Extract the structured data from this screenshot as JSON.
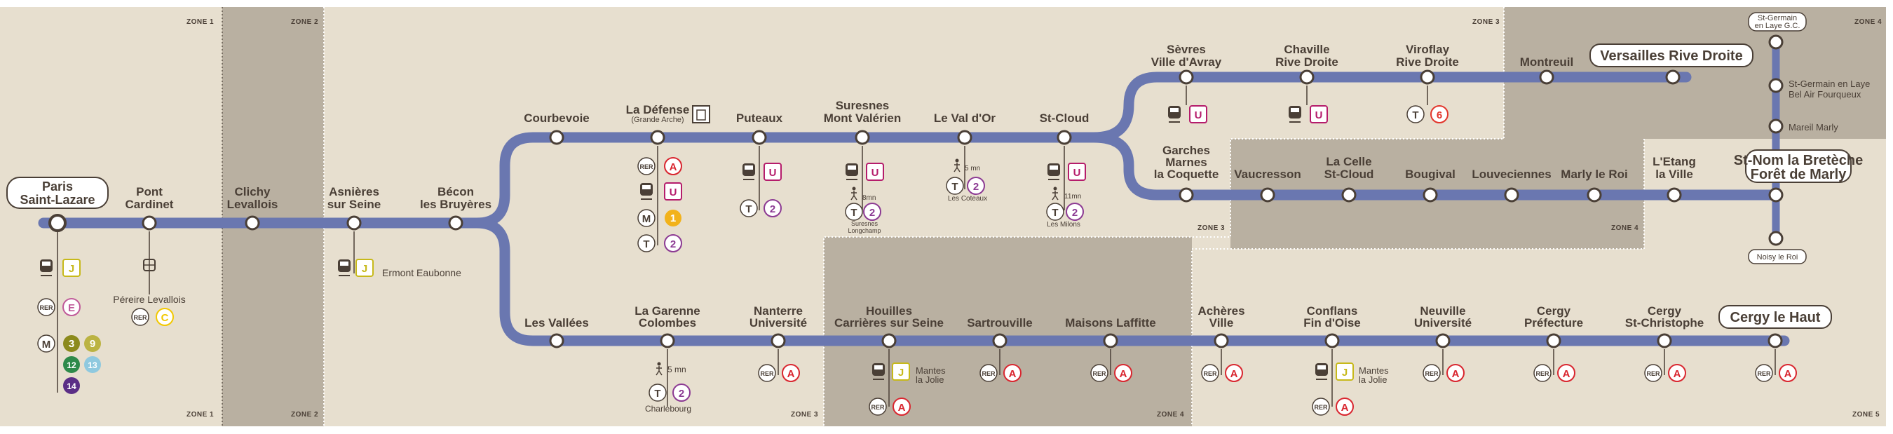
{
  "colors": {
    "line": "#6a77b0",
    "zone_light": "#e7dfcf",
    "zone_dark": "#b9b0a1",
    "text": "#4a3f36",
    "rer_a": "#d9262f",
    "line_u": "#b51c6b",
    "line_j": "#c7b91a",
    "line_e": "#c05b9a",
    "tram_2": "#8c3a93",
    "tram_6": "#e2352b",
    "metro_1": "#f2b21a",
    "metro_3": "#8c8a1c",
    "metro_9": "#bbb342",
    "metro_12": "#2e8a4a",
    "metro_13": "#8fc9df",
    "metro_14": "#5b2e86",
    "line_c": "#f2c800"
  },
  "zones": {
    "z1_top": "ZONE 1",
    "z2_top": "ZONE 2",
    "z1_bottom": "ZONE 1",
    "z2_bottom": "ZONE 2",
    "z3_top": "ZONE 3",
    "z3_mid": "ZONE 3",
    "z3_bottom": "ZONE 3",
    "z4_top": "ZONE 4",
    "z4_mid": "ZONE 4",
    "z4_bottom": "ZONE 4",
    "z5_bottom": "ZONE 5"
  },
  "terminals": {
    "paris": [
      "Paris",
      "Saint-Lazare"
    ],
    "versailles": "Versailles Rive Droite",
    "stnom": [
      "St-Nom la Bretèche",
      "Forêt de Marly"
    ],
    "cergy": "Cergy le Haut",
    "stgermain": [
      "St-Germain",
      "en Laye G.C."
    ],
    "noisy": "Noisy le Roi"
  },
  "stations": {
    "pont_cardinet": [
      "Pont",
      "Cardinet"
    ],
    "clichy": [
      "Clichy",
      "Levallois"
    ],
    "asnieres": [
      "Asnières",
      "sur Seine"
    ],
    "becon": [
      "Bécon",
      "les Bruyères"
    ],
    "courbevoie": "Courbevoie",
    "la_defense": "La Défense",
    "la_defense_sub": "(Grande Arche)",
    "puteaux": "Puteaux",
    "suresnes": [
      "Suresnes",
      "Mont Valérien"
    ],
    "val_dor": "Le Val d'Or",
    "st_cloud": "St-Cloud",
    "sevres": [
      "Sèvres",
      "Ville d'Avray"
    ],
    "chaville": [
      "Chaville",
      "Rive Droite"
    ],
    "viroflay": [
      "Viroflay",
      "Rive Droite"
    ],
    "montreuil": "Montreuil",
    "garches": [
      "Garches",
      "Marnes",
      "la Coquette"
    ],
    "vaucresson": "Vaucresson",
    "la_celle": [
      "La Celle",
      "St-Cloud"
    ],
    "bougival": "Bougival",
    "louveciennes": "Louveciennes",
    "marly": "Marly le Roi",
    "letang": [
      "L'Etang",
      "la Ville"
    ],
    "st_germain_bel_air": [
      "St-Germain en Laye",
      "Bel Air Fourqueux"
    ],
    "mareil": "Mareil Marly",
    "les_vallees": "Les Vallées",
    "garenne": [
      "La Garenne",
      "Colombes"
    ],
    "nanterre_u": [
      "Nanterre",
      "Université"
    ],
    "houilles": [
      "Houilles",
      "Carrières sur Seine"
    ],
    "sartrouville": "Sartrouville",
    "maisons": "Maisons Laffitte",
    "acheres": [
      "Achères",
      "Ville"
    ],
    "conflans": [
      "Conflans",
      "Fin d'Oise"
    ],
    "neuville": [
      "Neuville",
      "Université"
    ],
    "cergy_pref": [
      "Cergy",
      "Préfecture"
    ],
    "cergy_stchr": [
      "Cergy",
      "St-Christophe"
    ]
  },
  "correspondences": {
    "pereire": "Péreire Levallois",
    "ermont": "Ermont Eaubonne",
    "suresnes_walk": "8mn",
    "suresnes_stop": [
      "Suresnes",
      "Longchamp"
    ],
    "valdor_walk": "5 mn",
    "valdor_stop": "Les Coteaux",
    "stcloud_walk": "11mn",
    "stcloud_stop": "Les Milons",
    "garenne_walk": "5 mn",
    "garenne_stop": "Charlebourg",
    "mantes": [
      "Mantes",
      "la Jolie"
    ]
  },
  "badges": {
    "rer": "RER",
    "m": "M",
    "t": "T",
    "a": "A",
    "c": "C",
    "e": "E",
    "j": "J",
    "u": "U",
    "n1": "1",
    "n2": "2",
    "n3": "3",
    "n6": "6",
    "n9": "9",
    "n12": "12",
    "n13": "13",
    "n14": "14"
  }
}
